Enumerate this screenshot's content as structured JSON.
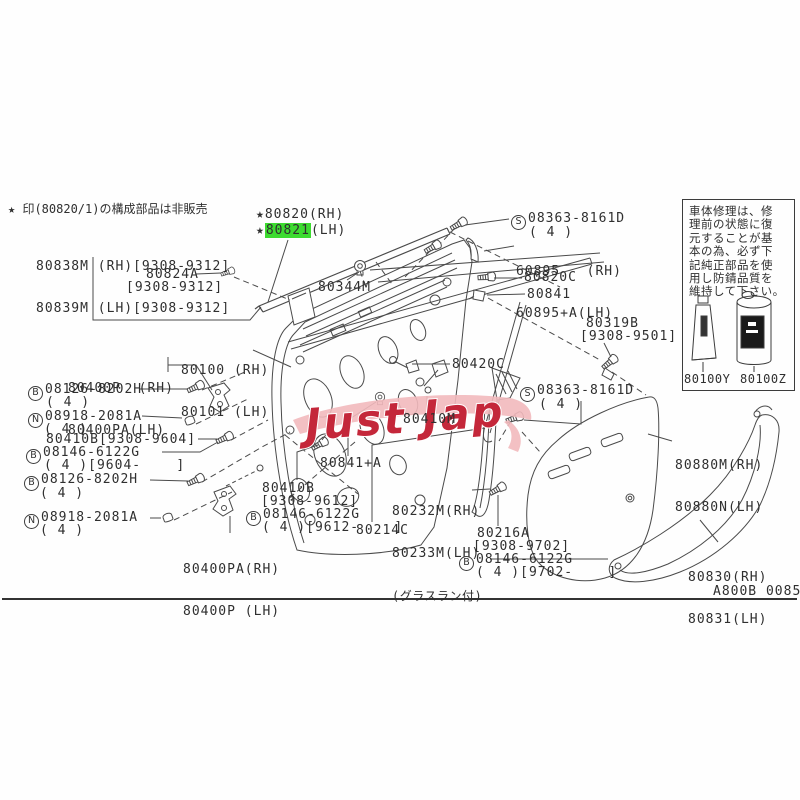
{
  "colors": {
    "line": "#4a4a4a",
    "text": "#2f2f2f",
    "highlight_green": "#3ddb30",
    "watermark_red": "#c4273a",
    "watermark_pink": "#f2b9bd"
  },
  "note": "★ 印(80820/1)の構成部品は非販売",
  "watermark": {
    "text": "Just Jap"
  },
  "diagram_code": "A800B 0085",
  "prefixes": {
    "b": "B",
    "n": "N",
    "s": "S"
  },
  "info_box": {
    "lines": "車体修理は、修\n理前の状態に復\n元することが基\n本の為、必ず下\n記純正部品を使\n用し防錆品質を\n維持して下さい。",
    "product_left": "80100Y",
    "product_right": "80100Z"
  },
  "labels": {
    "m80838": {
      "line1": "80838M (RH)[9308-9312]",
      "line2": "80839M (LH)[9308-9312]"
    },
    "m80824a": {
      "line1": "80824A",
      "line2": "[9308-9312]"
    },
    "m80820": "★80820(RH)",
    "m80821": {
      "star": "★",
      "num": "80821",
      "suffix": "(LH)"
    },
    "m80344": "80344M",
    "s08363top": {
      "code": "08363-8161D",
      "qty": "( 4 )"
    },
    "m60895": {
      "line1": "60895   (RH)",
      "line2": "60895+A(LH)"
    },
    "m80820c": "80820C",
    "m80841": "80841",
    "m80319b": {
      "line1": "80319B",
      "line2": "[9308-9501]"
    },
    "m80100": {
      "line1": "80100 (RH)",
      "line2": "80101 (LH)"
    },
    "m80400pu": {
      "line1": "80400P  (RH)",
      "line2": "80400PA(LH)"
    },
    "b08126a": {
      "code": "08126-8202H",
      "qty": "( 4 )"
    },
    "n08918a": {
      "code": "08918-2081A",
      "qty": "( 4 )"
    },
    "m80410b1": "80410B[9308-9604]",
    "b08146a": {
      "code": "08146-6122G",
      "qty": "( 4 )[9604-    ]"
    },
    "b08126b": {
      "code": "08126-8202H",
      "qty": "( 4 )"
    },
    "n08918b": {
      "code": "08918-2081A",
      "qty": "( 4 )"
    },
    "m80400pl": {
      "line1": "80400PA(RH)",
      "line2": "80400P (LH)"
    },
    "m80420c": "80420C",
    "s08363mid": {
      "code": "08363-8161D",
      "qty": "( 4 )"
    },
    "m80410m": "80410M",
    "m80841a": "80841+A",
    "m80410b2": {
      "line1": "80410B",
      "line2": "[9308-9612]"
    },
    "b08146b": {
      "code": "08146-6122G",
      "qty": "( 4 )[9612-    ]"
    },
    "m80214c": "80214C",
    "m80232m": {
      "line1": "80232M(RH)",
      "line2": "80233M(LH)",
      "line3": "(グラスラン付)"
    },
    "m80216a": {
      "line1": "80216A",
      "line2": "[9308-9702]"
    },
    "b08146c": {
      "code": "08146-6122G",
      "qty": "( 4 )[9702-    ]"
    },
    "m80880": {
      "line1": "80880M(RH)",
      "line2": "80880N(LH)"
    },
    "m80830": {
      "line1": "80830(RH)",
      "line2": "80831(LH)"
    }
  }
}
